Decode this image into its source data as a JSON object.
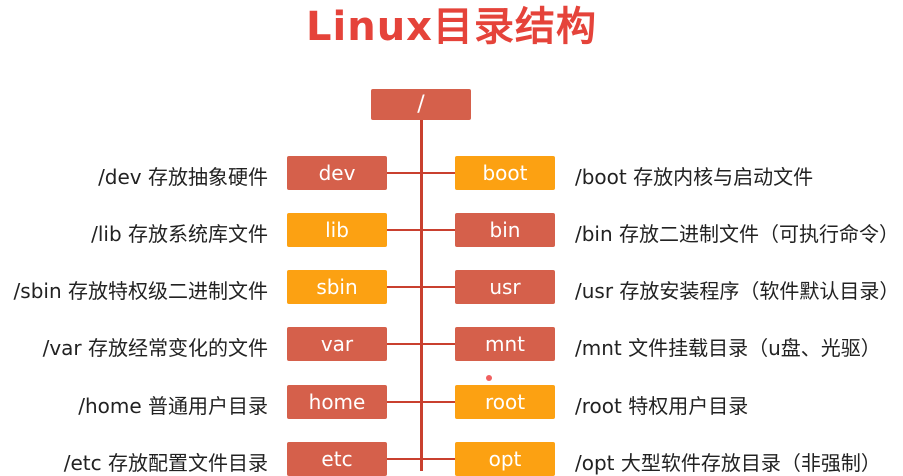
{
  "title": "Linux目录结构",
  "root": "/",
  "left": [
    {
      "box": "dev",
      "color": "red",
      "desc": "/dev 存放抽象硬件"
    },
    {
      "box": "lib",
      "color": "orange",
      "desc": "/lib 存放系统库文件"
    },
    {
      "box": "sbin",
      "color": "orange",
      "desc": "/sbin 存放特权级二进制文件"
    },
    {
      "box": "var",
      "color": "red",
      "desc": "/var 存放经常变化的文件"
    },
    {
      "box": "home",
      "color": "red",
      "desc": "/home 普通用户目录"
    },
    {
      "box": "etc",
      "color": "red",
      "desc": "/etc 存放配置文件目录"
    }
  ],
  "right": [
    {
      "box": "boot",
      "color": "orange",
      "desc": "/boot 存放内核与启动文件"
    },
    {
      "box": "bin",
      "color": "red",
      "desc": "/bin 存放二进制文件（可执行命令）"
    },
    {
      "box": "usr",
      "color": "red",
      "desc": "/usr 存放安装程序（软件默认目录）"
    },
    {
      "box": "mnt",
      "color": "red",
      "desc": "/mnt 文件挂载目录（u盘、光驱）"
    },
    {
      "box": "root",
      "color": "orange",
      "desc": "/root 特权用户目录"
    },
    {
      "box": "opt",
      "color": "orange",
      "desc": "/opt 大型软件存放目录（非强制）"
    }
  ],
  "colors": {
    "red": "#d5604b",
    "orange": "#fca112",
    "line": "#c9402f",
    "title": "#e5433a"
  }
}
